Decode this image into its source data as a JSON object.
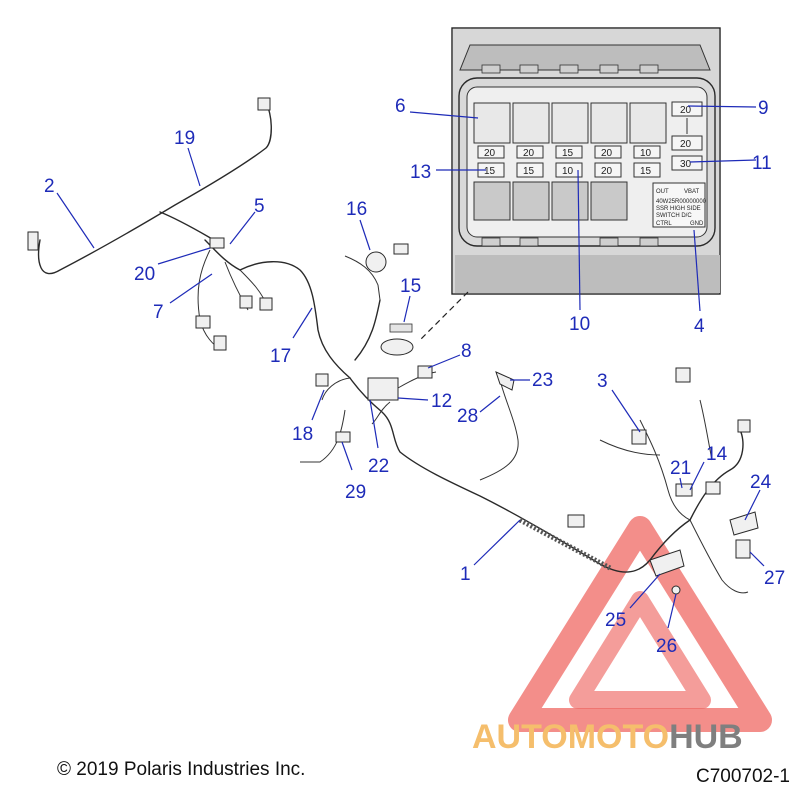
{
  "footer": {
    "copyright": "© 2019 Polaris Industries Inc.",
    "drawing_id": "C700702-1"
  },
  "watermark": {
    "brand_part1": "AUTOMOTO",
    "brand_part2": "HUB",
    "color_primary": "#e8352f",
    "color_text_light": "#f2a93b",
    "color_text_dark": "#555555"
  },
  "callout_color": "#1e2bb8",
  "callouts": [
    {
      "id": "1",
      "label": "1"
    },
    {
      "id": "2",
      "label": "2"
    },
    {
      "id": "3",
      "label": "3"
    },
    {
      "id": "4",
      "label": "4"
    },
    {
      "id": "5",
      "label": "5"
    },
    {
      "id": "6",
      "label": "6"
    },
    {
      "id": "7",
      "label": "7"
    },
    {
      "id": "8",
      "label": "8"
    },
    {
      "id": "9",
      "label": "9"
    },
    {
      "id": "10",
      "label": "10"
    },
    {
      "id": "11",
      "label": "11"
    },
    {
      "id": "12",
      "label": "12"
    },
    {
      "id": "13",
      "label": "13"
    },
    {
      "id": "14",
      "label": "14"
    },
    {
      "id": "15",
      "label": "15"
    },
    {
      "id": "16",
      "label": "16"
    },
    {
      "id": "17",
      "label": "17"
    },
    {
      "id": "18",
      "label": "18"
    },
    {
      "id": "19",
      "label": "19"
    },
    {
      "id": "20",
      "label": "20"
    },
    {
      "id": "21",
      "label": "21"
    },
    {
      "id": "22",
      "label": "22"
    },
    {
      "id": "23",
      "label": "23"
    },
    {
      "id": "24",
      "label": "24"
    },
    {
      "id": "25",
      "label": "25"
    },
    {
      "id": "26",
      "label": "26"
    },
    {
      "id": "27",
      "label": "27"
    },
    {
      "id": "28",
      "label": "28"
    },
    {
      "id": "29",
      "label": "29"
    }
  ],
  "fusebox": {
    "fuse_labels_top": [
      "20",
      "20",
      "15",
      "20",
      "10"
    ],
    "fuse_labels_row2": [
      "15",
      "15",
      "10",
      "20",
      "15"
    ],
    "fuse_right_top": "20",
    "fuse_right_mid": "20",
    "fuse_right_bottom": "30",
    "panel_line1": "OUT",
    "panel_line1b": "VBAT",
    "panel_line2": "40W25R00000000",
    "panel_line3": "SSR HIGH SIDE",
    "panel_line4": "SWITCH D/C",
    "panel_line5": "CTRL",
    "panel_line5b": "GND"
  }
}
